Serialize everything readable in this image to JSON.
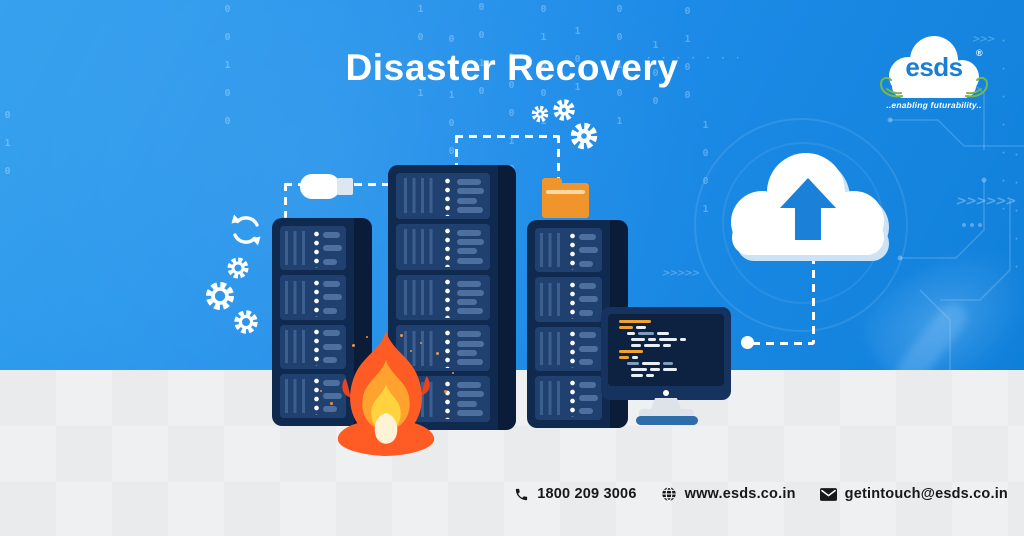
{
  "banner": {
    "title": "Disaster Recovery"
  },
  "logo": {
    "brand": "esds",
    "registered_mark": "®",
    "tagline": "..enabling futurability.."
  },
  "contact": {
    "phone": "1800 209 3006",
    "website": "www.esds.co.in",
    "email": "getintouch@esds.co.in"
  },
  "colors": {
    "sky_blue": "#1e8ce8",
    "deep_navy": "#10294e",
    "rack_panel_navy": "#20416f",
    "accent_orange": "#f0952b",
    "flame_red": "#ff5b25",
    "flame_yellow": "#ffd23e",
    "logo_blue": "#1a7fd4",
    "logo_green": "#7ab648",
    "floor_gray": "#e9ebed",
    "footer_text_dark": "#17181a"
  },
  "icons": {
    "phone-icon": "telephone receiver",
    "globe-icon": "wireframe globe",
    "envelope-icon": "mail envelope",
    "cloud-upload-icon": "cloud with up arrow",
    "refresh-icon": "circular sync arrows",
    "gear-icon": "cog wheels",
    "usb-drive-icon": "usb flash drive",
    "folder-icon": "orange folder",
    "fire-icon": "flame",
    "server-rack-icon": "server tower",
    "monitor-icon": "desktop monitor with code"
  },
  "decor": {
    "binary1": "0 0 1 0 0",
    "binary2": "1 0 0 1",
    "binary3": "0 1 1 0 0 1",
    "binary4": "0 0 1 0",
    "binary5": "1 0 0 1 0",
    "binary6": "0 1 0 0 1",
    "binary7": "1 0 1",
    "binary8": "0 0 1 0 1",
    "binary9": "1 0 0",
    "binary10": "0 1 0 0",
    "binary11": "1 0 0 1",
    "binary12": "0 1 0",
    "dots_col1": "· · · · · · ·",
    "dots_col2": "· · · · ·",
    "dots_row": "· · · · · · ·",
    "chevrons_right": ">>>>>>",
    "chevrons_mid": ">>>>>",
    "chevrons_top": ">>>"
  }
}
